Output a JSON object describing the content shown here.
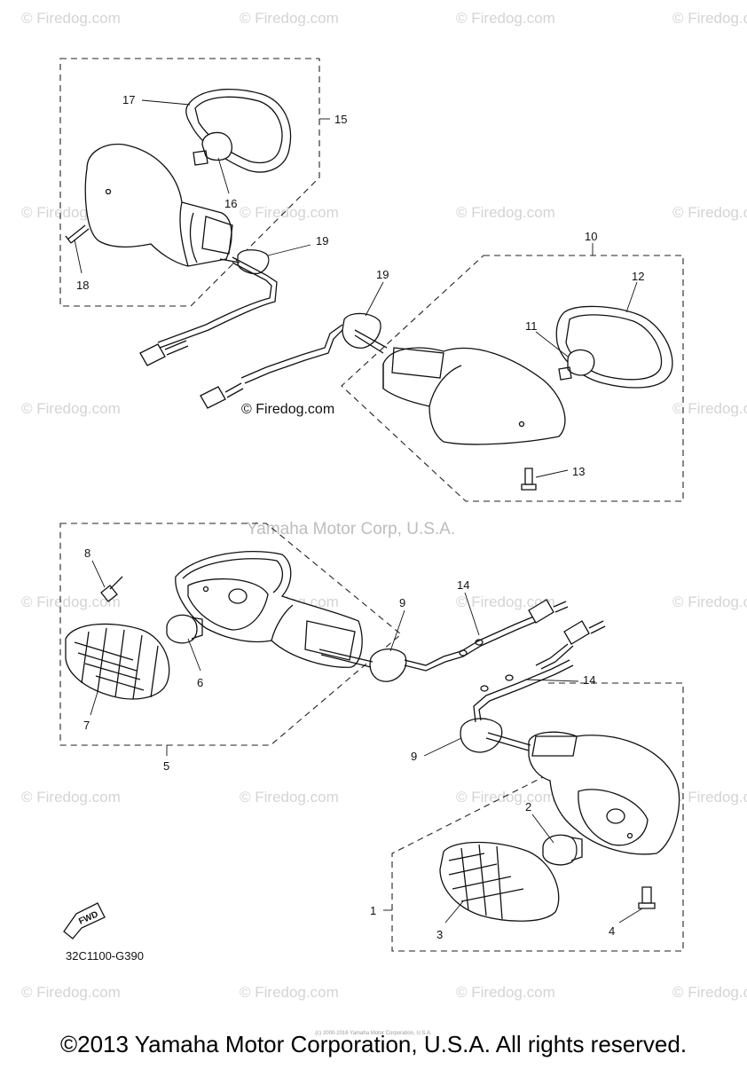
{
  "watermark": {
    "text": "© Firedog.com",
    "center_text": "© Firedog.com",
    "mid_text": "Yamaha Motor Corp, U.S.A."
  },
  "labels": {
    "p1": "1",
    "p2": "2",
    "p3": "3",
    "p4": "4",
    "p5": "5",
    "p6": "6",
    "p7": "7",
    "p8": "8",
    "p9a": "9",
    "p9b": "9",
    "p10": "10",
    "p11": "11",
    "p12": "12",
    "p13": "13",
    "p14a": "14",
    "p14b": "14",
    "p15": "15",
    "p16": "16",
    "p17": "17",
    "p18": "18",
    "p19a": "19",
    "p19b": "19"
  },
  "direction_badge": "FWD",
  "diagram_code": "32C1100-G390",
  "fine_print": "(c) 2000-2016 Yamaha Motor Corporation, U.S.A.",
  "footer": "©2013 Yamaha Motor Corporation, U.S.A. All rights reserved."
}
